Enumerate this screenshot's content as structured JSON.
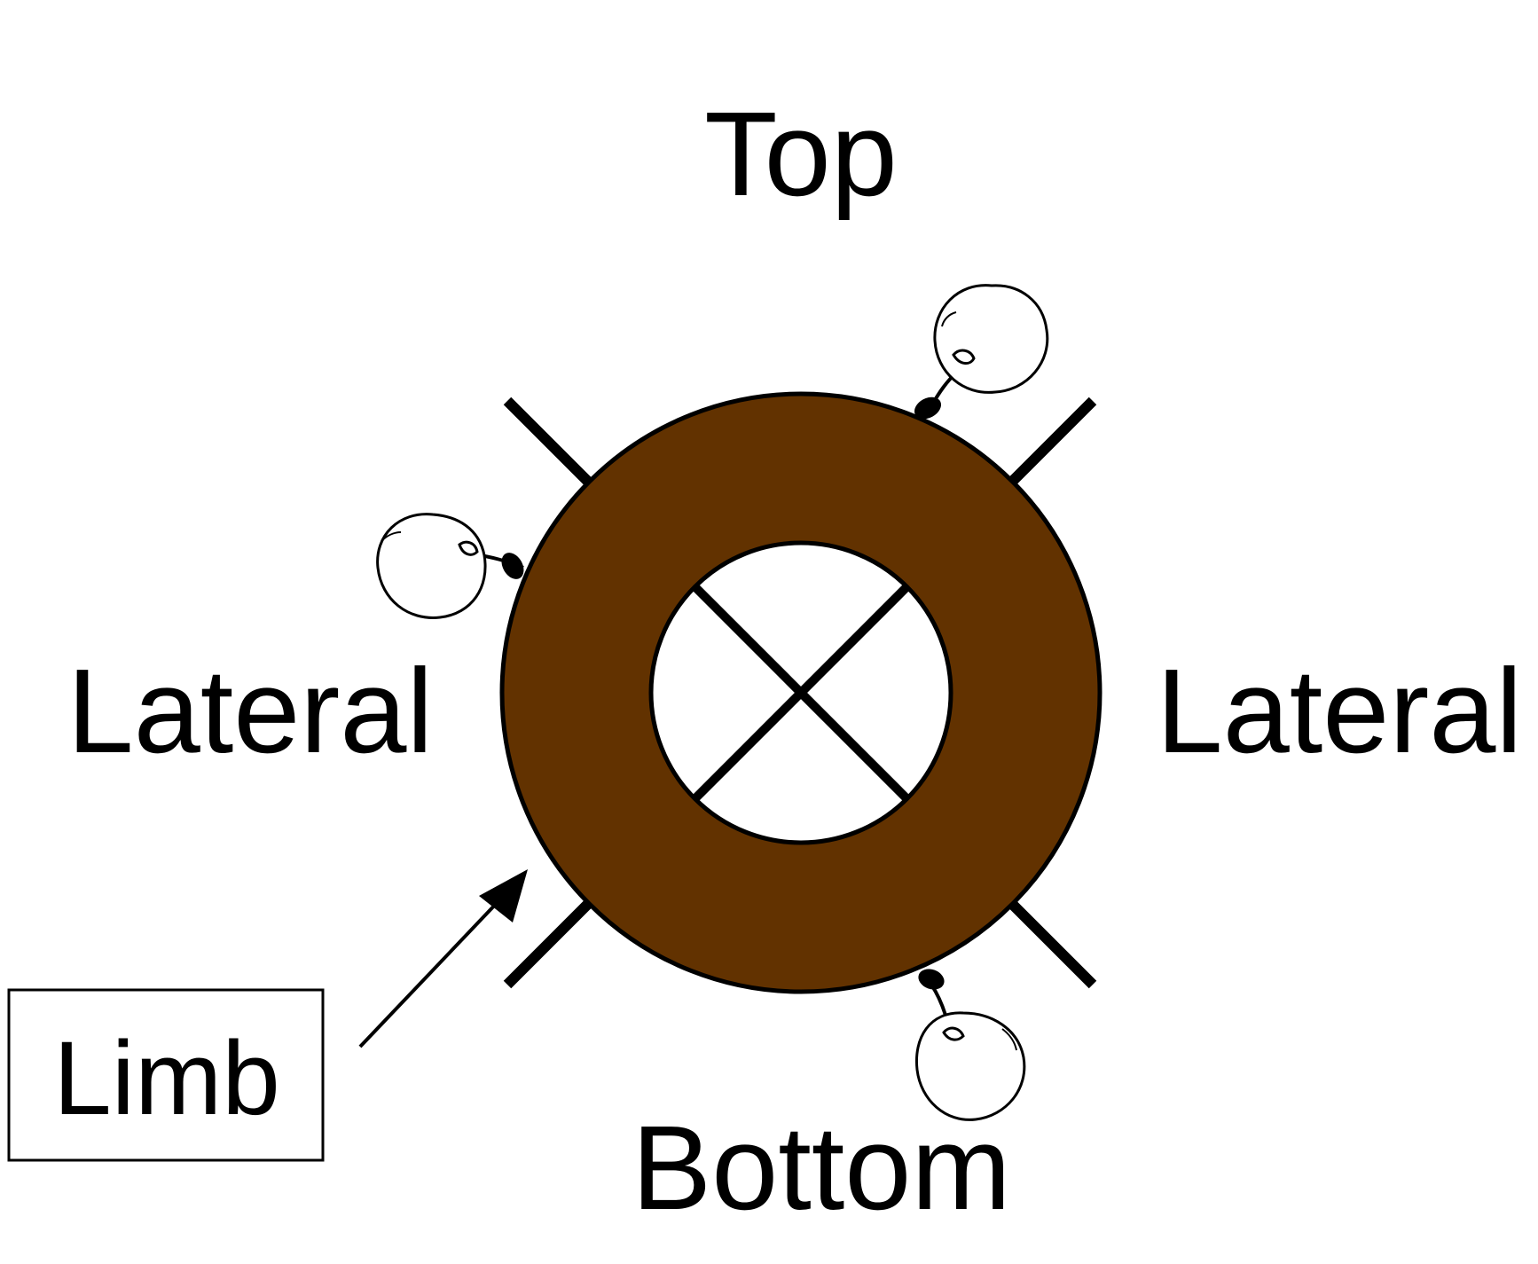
{
  "labels": {
    "top": "Top",
    "bottom": "Bottom",
    "lateral_left": "Lateral",
    "lateral_right": "Lateral",
    "limb": "Limb"
  },
  "colors": {
    "limb_wood": "#623200",
    "outline": "#000000",
    "background": "#ffffff"
  },
  "icons": {
    "fruit": "apple-icon"
  }
}
